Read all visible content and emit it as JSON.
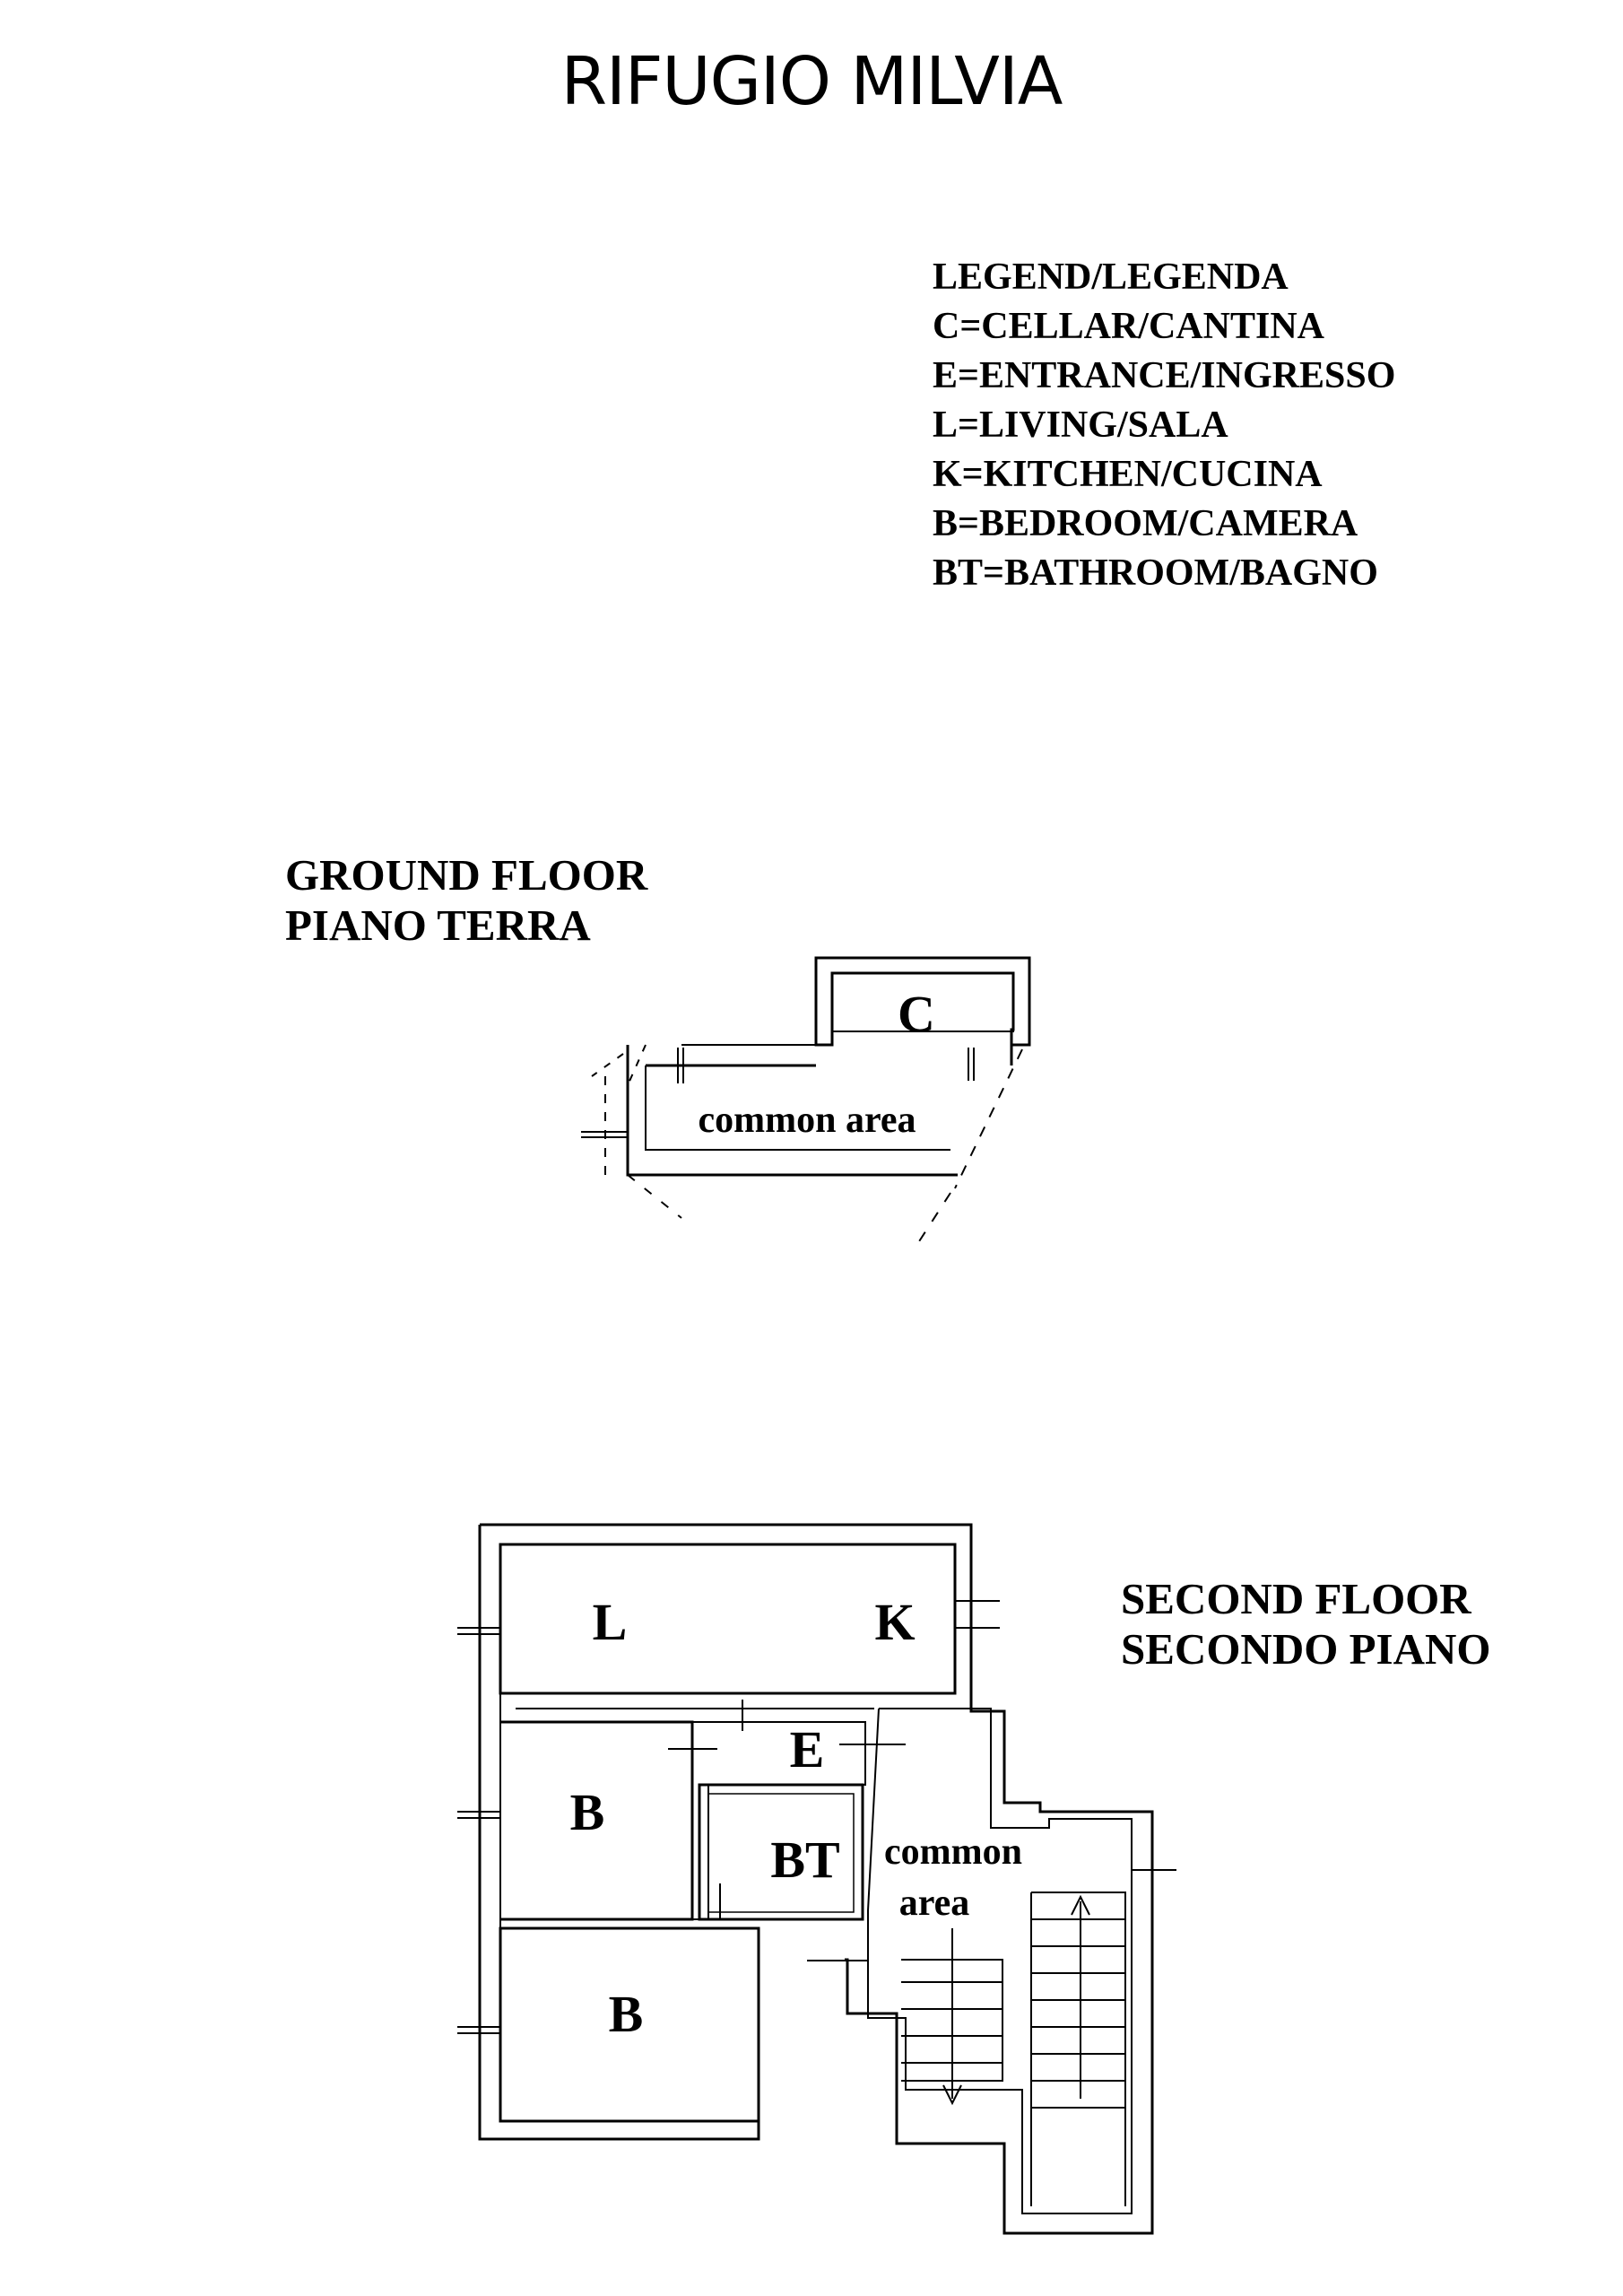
{
  "title": "RIFUGIO MILVIA",
  "legend": [
    "LEGEND/LEGENDA",
    "C=CELLAR/CANTINA",
    "E=ENTRANCE/INGRESSO",
    "L=LIVING/SALA",
    "K=KITCHEN/CUCINA",
    "B=BEDROOM/CAMERA",
    "BT=BATHROOM/BAGNO"
  ],
  "ground_floor": {
    "label_en": "GROUND FLOOR",
    "label_it": "PIANO TERRA",
    "rooms": {
      "cellar": "C",
      "common": "common area"
    }
  },
  "second_floor": {
    "label_en": "SECOND FLOOR",
    "label_it": "SECONDO PIANO",
    "rooms": {
      "living": "L",
      "kitchen": "K",
      "entrance": "E",
      "bedroom_1": "B",
      "bathroom": "BT",
      "bedroom_2": "B",
      "common_line1": "common",
      "common_line2": "area"
    }
  }
}
